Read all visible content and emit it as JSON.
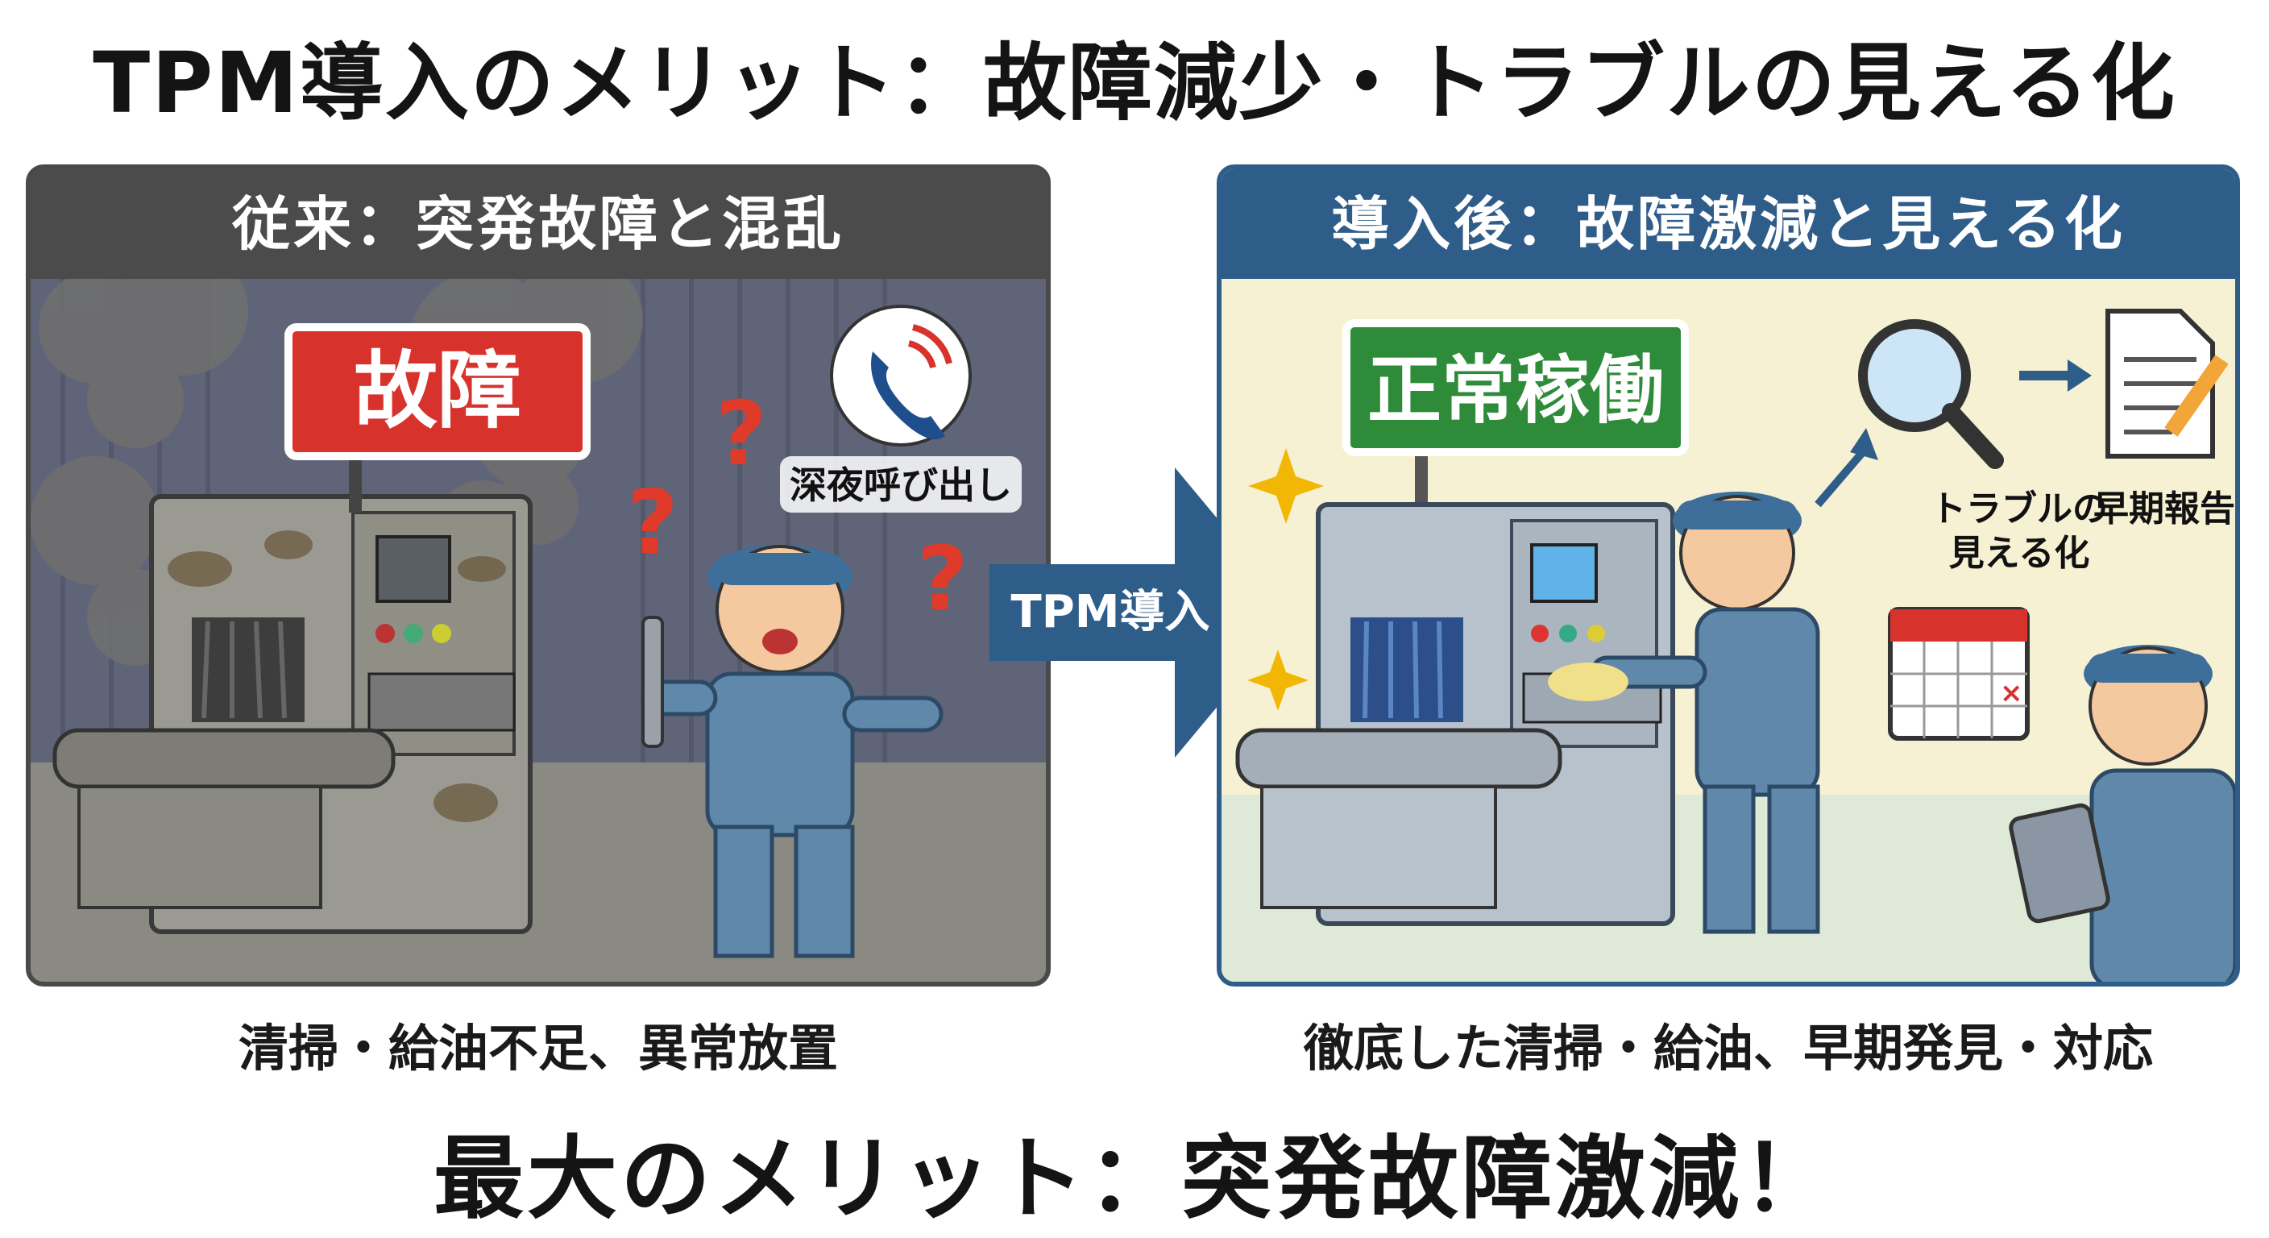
{
  "title": "TPM導入のメリット：故障減少・トラブルの見える化",
  "before": {
    "header": "従来：突発故障と混乱",
    "sign": "故障",
    "phone_label": "深夜呼び出し",
    "caption": "清掃・給油不足、異常放置"
  },
  "transition": {
    "label": "TPM導入"
  },
  "after": {
    "header": "導入後：故障激減と見える化",
    "sign": "正常稼働",
    "visual_label_1": "トラブルの",
    "visual_label_2": "見える化",
    "report_label": "早期報告",
    "caption": "徹底した清掃・給油、早期発見・対応"
  },
  "footer": "最大のメリット：突発故障激減！",
  "colors": {
    "fault_red": "#d8322c",
    "normal_green": "#2e8b3a",
    "header_gray": "#4b4b4b",
    "header_blue": "#2f5d8a",
    "arrow_blue": "#2f5d8a",
    "question_red": "#e03a2a"
  }
}
